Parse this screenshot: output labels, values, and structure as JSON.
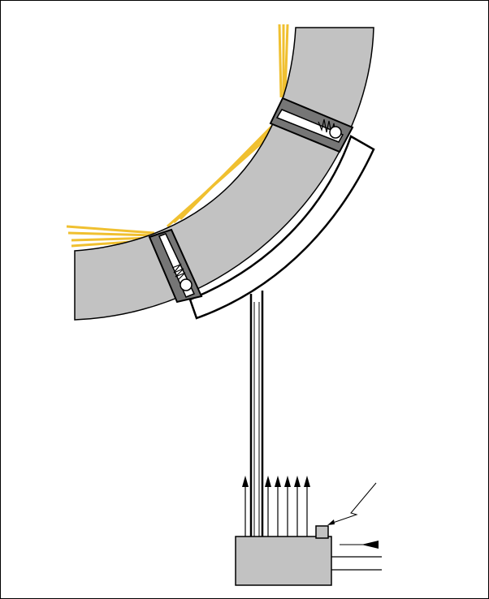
{
  "diagram": {
    "colors": {
      "ring_fill": "#c2c2c2",
      "dark_gray": "#767676",
      "outline": "#000000",
      "ray": "#f0c030",
      "background": "#ffffff",
      "frame_border": "#000000"
    },
    "components": {
      "ring_segment": "curved-channel",
      "shoe": "curved-support-shoe",
      "upper_clamp": "spring-ball-clamp",
      "lower_clamp": "spring-ball-clamp",
      "stem": "vertical-support-tube",
      "controller": "control-box",
      "sensor": "small-square-sensor",
      "signal": "lightning-bolt-icon",
      "input": "left-arrow-icon",
      "outputs": "up-arrow-icon"
    },
    "up_arrow_count": 6
  }
}
